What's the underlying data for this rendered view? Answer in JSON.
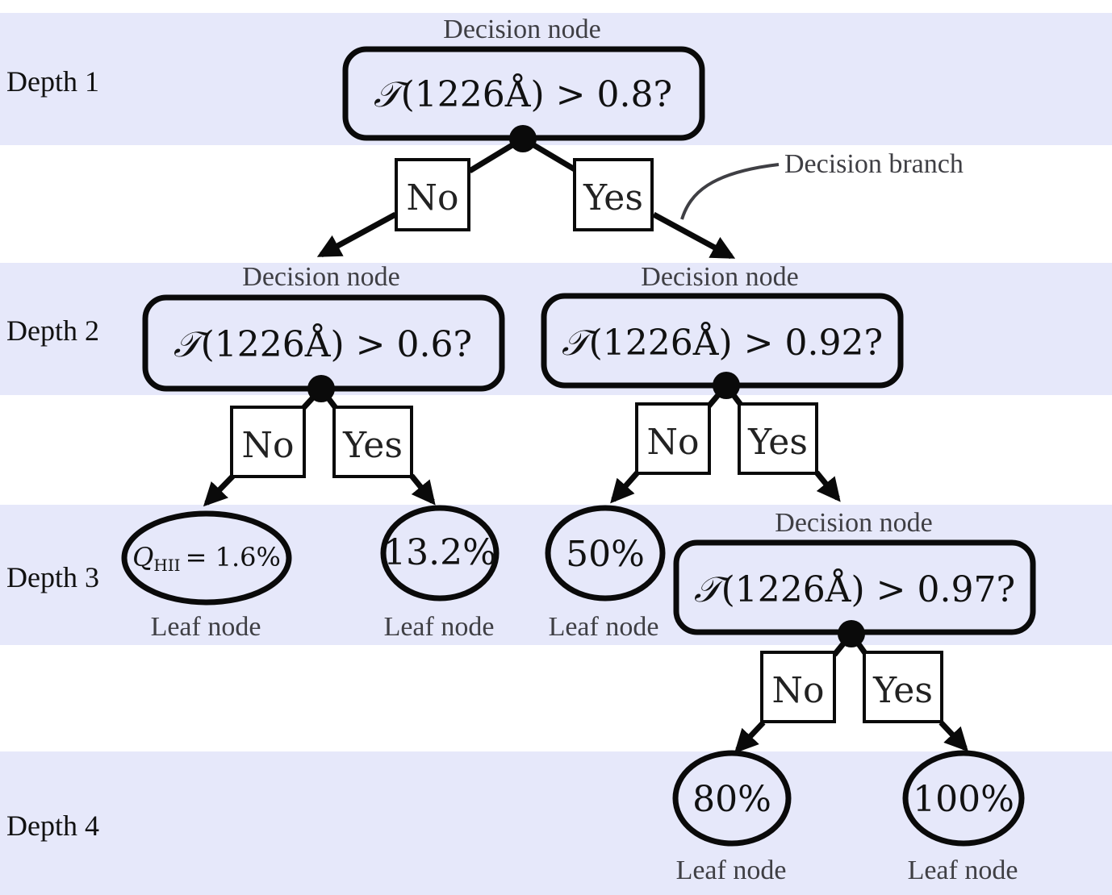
{
  "depths": [
    "Depth 1",
    "Depth 2",
    "Depth 3",
    "Depth 4"
  ],
  "captions": {
    "decision": "Decision node",
    "leaf": "Leaf node",
    "branch": "Decision branch"
  },
  "branch_labels": {
    "no": "No",
    "yes": "Yes"
  },
  "nodes": {
    "root": {
      "var": "𝒯",
      "cond": "(1226Å) > 0.8?"
    },
    "left": {
      "var": "𝒯",
      "cond": "(1226Å) > 0.6?"
    },
    "right": {
      "var": "𝒯",
      "cond": "(1226Å) > 0.92?"
    },
    "deep": {
      "var": "𝒯",
      "cond": "(1226Å) > 0.97?"
    }
  },
  "leaves": {
    "l1": {
      "symbol": "Q",
      "subscript": "HII",
      "value": "= 1.6%"
    },
    "l2": "13.2%",
    "l3": "50%",
    "l4": "80%",
    "l5": "100%"
  }
}
